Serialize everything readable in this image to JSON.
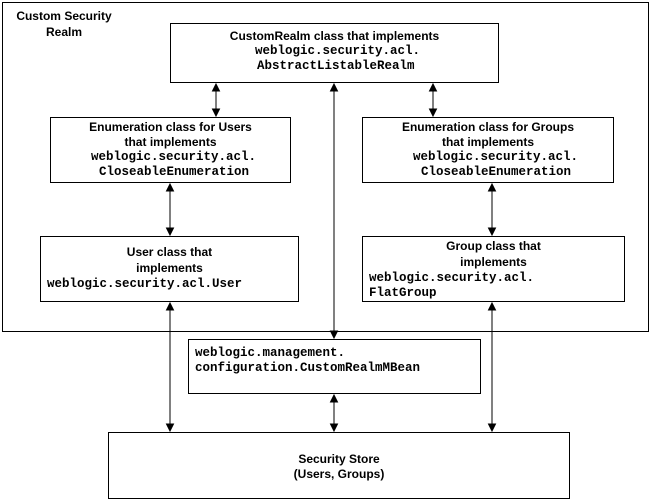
{
  "realm_title": [
    "Custom Security",
    "Realm"
  ],
  "boxes": {
    "custom_realm": {
      "title": "CustomRealm class that implements",
      "code": [
        "weblogic.security.acl.",
        "AbstractListableRealm"
      ]
    },
    "user_enum": {
      "title": [
        "Enumeration class for Users",
        "that implements"
      ],
      "code": [
        "weblogic.security.acl.",
        "CloseableEnumeration"
      ]
    },
    "group_enum": {
      "title": [
        "Enumeration class for Groups",
        "that implements"
      ],
      "code": [
        "weblogic.security.acl.",
        "CloseableEnumeration"
      ]
    },
    "user_class": {
      "title": [
        "User class that",
        "implements"
      ],
      "code": [
        "weblogic.security.acl.User"
      ]
    },
    "group_class": {
      "title": [
        "Group class that",
        "implements"
      ],
      "code": [
        "weblogic.security.acl.",
        "FlatGroup"
      ]
    },
    "mbean": {
      "code": [
        "weblogic.management.",
        "configuration.CustomRealmMBean"
      ]
    },
    "security_store": {
      "title": [
        "Security Store",
        "(Users, Groups)"
      ]
    }
  },
  "colors": {
    "line": "#000000",
    "box_border": "#000000",
    "background": "#ffffff"
  }
}
